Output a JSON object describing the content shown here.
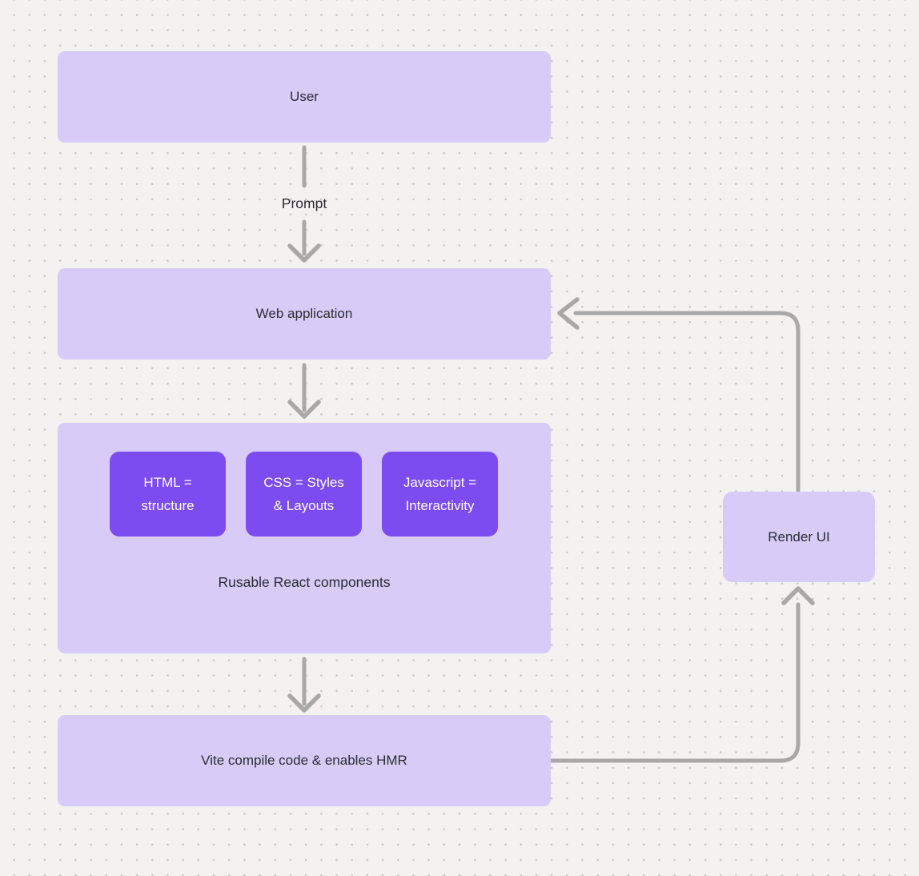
{
  "diagram": {
    "nodes": {
      "user": {
        "label": "User"
      },
      "web_application": {
        "label": "Web application"
      },
      "components_group": {
        "items": [
          {
            "label": "HTML =\nstructure"
          },
          {
            "label": "CSS = Styles\n& Layouts"
          },
          {
            "label": "Javascript =\nInteractivity"
          }
        ],
        "caption": "Rusable React components"
      },
      "vite": {
        "label": "Vite compile code & enables HMR"
      },
      "render_ui": {
        "label": "Render UI"
      }
    },
    "edges": {
      "prompt_label": "Prompt"
    },
    "colors": {
      "background": "#f3f2f0",
      "dot_grid": "#c9c6c3",
      "node_light": "#d8cbf7",
      "node_dark": "#7c4cf0",
      "connector": "#a8a8a8",
      "text_dark": "#2d2b33",
      "text_light": "#ffffff"
    }
  }
}
